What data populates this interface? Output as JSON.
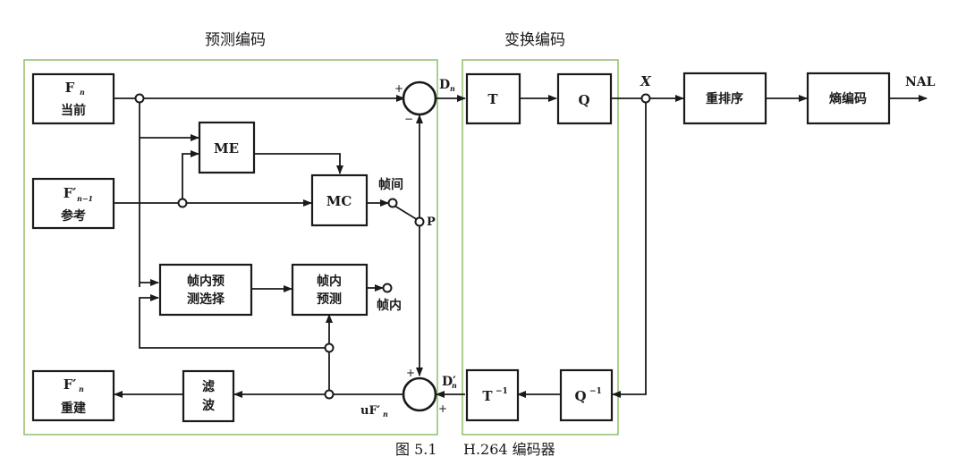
{
  "groups": {
    "prediction": {
      "title": "预测编码"
    },
    "transform": {
      "title": "变换编码"
    }
  },
  "blocks": {
    "fn_current": {
      "symbol": "F",
      "sub": "n",
      "label": "当前"
    },
    "fn1_reference": {
      "symbol": "F′",
      "sub": "n−1",
      "label": "参考"
    },
    "me": {
      "label": "ME"
    },
    "mc": {
      "label": "MC"
    },
    "intra_select": {
      "line1": "帧内预",
      "line2": "测选择"
    },
    "intra_pred": {
      "line1": "帧内",
      "line2": "预测"
    },
    "fn_recon": {
      "symbol": "F′",
      "sub": "n",
      "label": "重建"
    },
    "filter": {
      "line1": "滤",
      "line2": "波"
    },
    "t": {
      "label": "T"
    },
    "q": {
      "label": "Q"
    },
    "t_inv": {
      "label": "T",
      "sup": "−1"
    },
    "q_inv": {
      "label": "Q",
      "sup": "−1"
    },
    "reorder": {
      "label": "重排序"
    },
    "entropy": {
      "label": "熵编码"
    }
  },
  "signals": {
    "dn": {
      "symbol": "D",
      "sub": "n"
    },
    "dn_prime": {
      "symbol": "D′",
      "sub": "n"
    },
    "x": "X",
    "nal": "NAL",
    "p": "P",
    "ufn": {
      "symbol": "uF′",
      "sub": "n"
    },
    "inter": "帧间",
    "intra": "帧内",
    "plus": "+",
    "minus": "−"
  },
  "caption": {
    "figure": "图 5.1",
    "text": "H.264 编码器"
  }
}
